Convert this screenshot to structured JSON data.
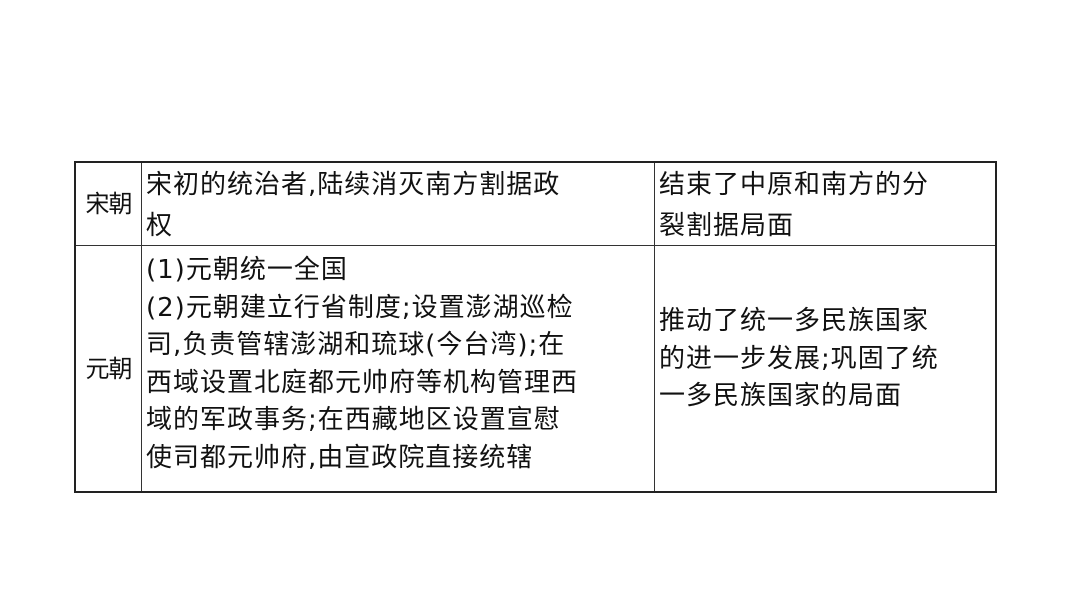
{
  "table": {
    "rows": [
      {
        "era": "宋朝",
        "content_lines": [
          "宋初的统治者,陆续消灭南方割据政",
          "权"
        ],
        "significance_lines": [
          "结束了中原和南方的分",
          "裂割据局面"
        ]
      },
      {
        "era": "元朝",
        "content_lines": [
          "(1)元朝统一全国",
          "(2)元朝建立行省制度;设置澎湖巡检",
          "司,负责管辖澎湖和琉球(今台湾);在",
          "西域设置北庭都元帅府等机构管理西",
          "域的军政事务;在西藏地区设置宣慰",
          "使司都元帅府,由宣政院直接统辖"
        ],
        "significance_lines": [
          "推动了统一多民族国家",
          "的进一步发展;巩固了统",
          "一多民族国家的局面"
        ]
      }
    ]
  }
}
